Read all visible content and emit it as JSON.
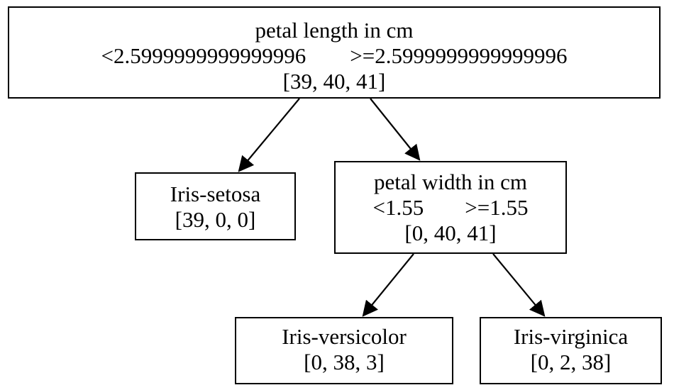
{
  "tree": {
    "root": {
      "feature": "petal length in cm",
      "left_condition": "<2.5999999999999996",
      "right_condition": ">=2.5999999999999996",
      "counts": "[39, 40, 41]"
    },
    "leaf_setosa": {
      "label": "Iris-setosa",
      "counts": "[39, 0, 0]"
    },
    "petal_width_node": {
      "feature": "petal width in cm",
      "left_condition": "<1.55",
      "right_condition": ">=1.55",
      "counts": "[0, 40, 41]"
    },
    "leaf_versicolor": {
      "label": "Iris-versicolor",
      "counts": "[0, 38, 3]"
    },
    "leaf_virginica": {
      "label": "Iris-virginica",
      "counts": "[0, 2, 38]"
    }
  },
  "colors": {
    "stroke": "#000000",
    "background": "#ffffff"
  }
}
